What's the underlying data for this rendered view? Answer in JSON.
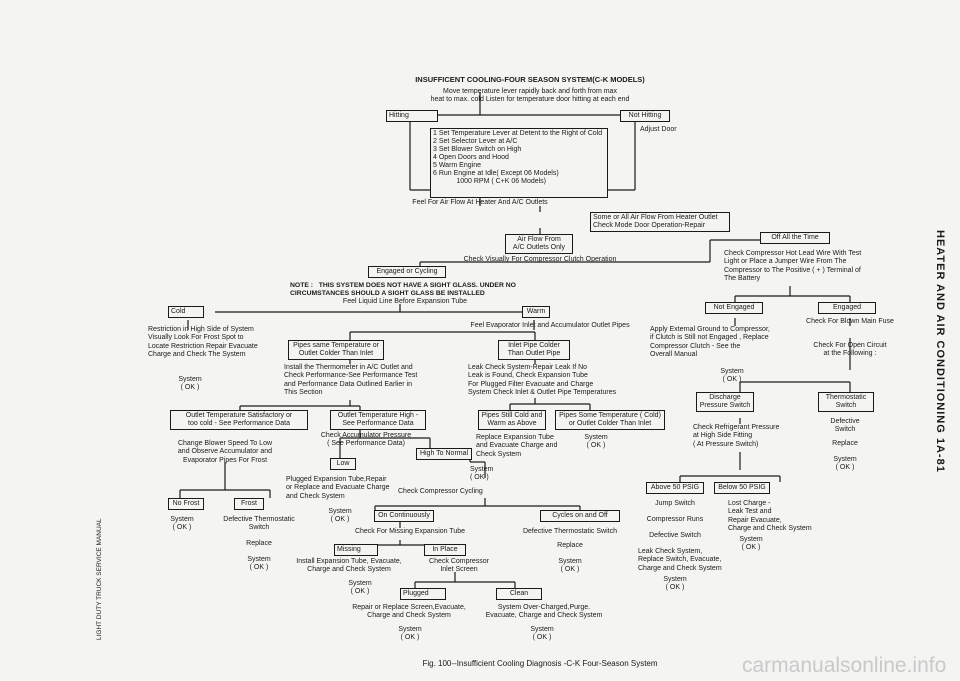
{
  "title": "INSUFFICENT COOLING-FOUR SEASON SYSTEM(C-K MODELS)",
  "start": "Move temperature lever rapidly back and forth from max\nheat to max. cold Listen for temperature door hitting at each end",
  "hitting": "Hitting",
  "not_hitting": "Not Hitting",
  "adjust_door": "Adjust Door",
  "steps": "1 Set Temperature Lever at Detent to the Right of Cold\n2 Set Selector Lever at A/C\n3 Set Blower Switch on High\n4 Open Doors and Hood\n5 Warm Engine\n6 Run Engine at Idle( Except 06 Models)\n            1000 RPM ( C+K 06 Models)",
  "feel_flow": "Feel For Air Flow At Heater And A/C Outlets",
  "some_all_flow": "Some or All Air Flow From Heater Outlet\nCheck Mode Door Operation-Repair",
  "ac_outlets_only": "Air Flow From\nA/C Outlets Only",
  "check_visually": "Check Visually For Compressor Clutch Operation",
  "engaged_cycling": "Engaged or Cycling",
  "off_all_time": "Off All the Time",
  "check_hot_lead": "Check Compressor Hot Lead Wire With Test\nLight or Place a Jumper Wire From The\nCompressor to The Positive ( + ) Terminal of\nThe Battery",
  "note": "NOTE :   THIS SYSTEM DOES NOT HAVE A SIGHT GLASS. UNDER NO\nCIRCUMSTANCES SHOULD A SIGHT GLASS BE INSTALLED",
  "feel_liquid": "Feel Liquid Line Before Expansion Tube",
  "cold": "Cold",
  "warm": "Warm",
  "restriction": "Restriction in High Side of System\nVisually Look For Frost Spot to\nLocate Restriction Repair Evacuate\nCharge and Check The System",
  "system_ok": "System\n( OK )",
  "feel_evap": "Feel Evaporator Inlet and Accumulator Outlet Pipes",
  "pipes_same_or_colder": "Pipes same Temperature or\nOutlet Colder Than Inlet",
  "inlet_colder": "Inlet Pipe Colder\nThan Outlet Pipe",
  "install_thermo": "Install the Thermometer in A/C Outlet and\nCheck Performance-See Performance Test\nand Performance Data Outlined Earlier in\nThis Section",
  "leak_check": "Leak Check System-Repair Leak If No\nLeak is Found, Check Expansion Tube\nFor Plugged Filter Evacuate and Charge\nSystem Check Inlet & Outlet Pipe Temperatures",
  "outlet_satisfactory": "Outlet Temperature Satisfactory or\ntoo cold - See Performance Data",
  "outlet_high": "Outlet Temperature High -\nSee Performance Data",
  "pipes_still_cold": "Pipes Still Cold and\nWarm as Above",
  "pipes_some_temp": "Pipes Some Temperature ( Cold)\nor Outlet Colder Than Inlet",
  "change_blower": "Change Blower Speed To Low\nand Observe Accumulator and\nEvaporator Pipes For Frost",
  "check_accum": "Check Accumulator Pressure\n( See Performance Data)",
  "replace_exp": "Replace Expansion Tube\nand Evacuate Charge and\nCheck System",
  "system_ok2": "System\n( OK )",
  "low": "Low",
  "high_normal": "High To Normal",
  "plugged_exp": "Plugged Expansion Tube,Repair\nor Replace and Evacuate Charge\nand Check System",
  "check_cycling": "Check Compressor Cycling",
  "no_frost": "No Frost",
  "frost": "Frost",
  "defective_thermo": "Defective Thermostatic\nSwitch",
  "replace": "Replace",
  "system": "System",
  "ok": "( OK )",
  "on_cont": "On Continuously",
  "cycles": "Cycles on and Off",
  "check_missing": "Check For Missing Expansion Tube",
  "def_thermo_switch": "Defective Thermostatic Switch",
  "missing": "Missing",
  "in_place": "In Place",
  "install_exp": "Install Expansion Tube, Evacuate,\nCharge and Check System",
  "check_inlet_screen": "Check Compressor\nInlet Screen",
  "plugged": "Plugged",
  "clean": "Clean",
  "repair_screen": "Repair or Replace Screen,Evacuate,\nCharge and Check System",
  "overcharged": "System Over-Charged,Purge.\nEvacuate, Charge and Check System",
  "not_engaged": "Not Engaged",
  "engaged": "Engaged",
  "apply_ground": "Apply External Ground to Compressor,\nif Clutch is Still not Engaged , Replace\nCompressor Clutch - See the\nOverall Manual",
  "check_fuse": "Check For Blown Main Fuse",
  "check_open": "Check For Open Circuit\nat the Following :",
  "discharge_sw": "Discharge\nPressure Switch",
  "thermostatic_sw": "Thermostatic\nSwitch",
  "check_refrig": "Check Refrigerant Pressure\nat High Side Fitting\n( At Pressure Switch)",
  "defective_sw": "Defective\nSwitch",
  "above50": "Above 50 PSIG",
  "below50": "Below 50 PSIG",
  "jump_switch": "Jump Switch",
  "comp_runs": "Compressor Runs",
  "def_switch": "Defective Switch",
  "leak_check2": "Leak Check System,\nReplace Switch, Evacuate,\nCharge and Check System",
  "lost_charge": "Lost Charge -\nLeak Test and\nRepair Evacuate,\nCharge and Check System",
  "caption": "Fig. 100--Insufficient Cooling Diagnosis -C-K Four-Season System",
  "side_left": "LIGHT DUTY TRUCK SERVICE MANUAL",
  "side_right": "HEATER AND AIR CONDITIONING  1A-81",
  "watermark": "carmanualsonline.info"
}
